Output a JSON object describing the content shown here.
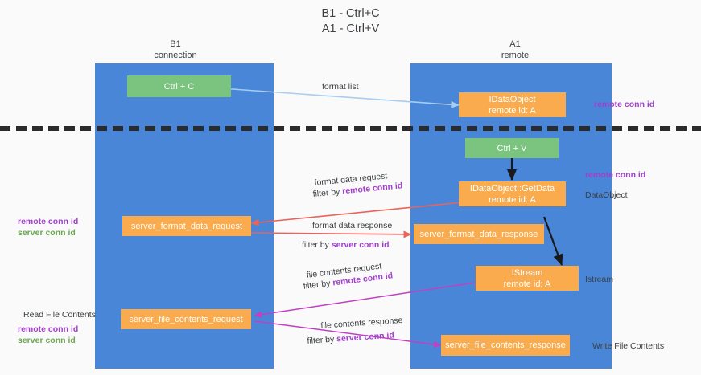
{
  "title": {
    "line1": "B1 - Ctrl+C",
    "line2": "A1 - Ctrl+V"
  },
  "columns": [
    {
      "name": "B1",
      "sub": "connection"
    },
    {
      "name": "A1",
      "sub": "remote"
    }
  ],
  "nodes": {
    "ctrl_c": {
      "label": "Ctrl + C"
    },
    "idataobject": {
      "label": "IDataObject",
      "sub": "remote id: A"
    },
    "ctrl_v": {
      "label": "Ctrl + V"
    },
    "getdata": {
      "label": "IDataObject::GetData",
      "sub": "remote id: A"
    },
    "server_format_data_request": {
      "label": "server_format_data_request"
    },
    "server_format_data_response": {
      "label": "server_format_data_response"
    },
    "istream": {
      "label": "IStream",
      "sub": "remote id: A"
    },
    "server_file_contents_request": {
      "label": "server_file_contents_request"
    },
    "server_file_contents_response": {
      "label": "server_file_contents_response"
    }
  },
  "edges": {
    "format_list": "format list",
    "format_data_request": "format data request",
    "format_data_request_filter_prefix": "filter by ",
    "format_data_request_filter_key": "remote conn id",
    "format_data_response": "format data response",
    "format_data_response_filter_prefix": "filter by ",
    "format_data_response_filter_key": "server conn id",
    "file_contents_request": "file contents request",
    "file_contents_request_filter_prefix": "filter by ",
    "file_contents_request_filter_key": "remote conn id",
    "file_contents_response": "file contents response",
    "file_contents_response_filter_prefix": "filter by ",
    "file_contents_response_filter_key": "server conn id"
  },
  "annotations": {
    "right_remote_conn_id_top": "remote conn id",
    "right_remote_conn_id_mid": "remote conn id",
    "right_dataobject": "DataObject",
    "right_istream": "Istream",
    "right_write_file_contents": "Write File Contents",
    "left_remote_conn_id_mid": "remote conn id",
    "left_server_conn_id_mid": "server conn id",
    "left_read_file_contents": "Read File Contents",
    "left_remote_conn_id_bottom": "remote conn id",
    "left_server_conn_id_bottom": "server conn id"
  },
  "colors": {
    "lane": "#4a86d8",
    "node_green": "#7bc47f",
    "node_orange": "#f9ab4e",
    "key_purple": "#a23fcd",
    "key_green": "#6aa84f",
    "edge_blue": "#a8cdef",
    "edge_red": "#e8635c",
    "edge_black": "#1a1a1a",
    "edge_magenta": "#c23fc2"
  }
}
